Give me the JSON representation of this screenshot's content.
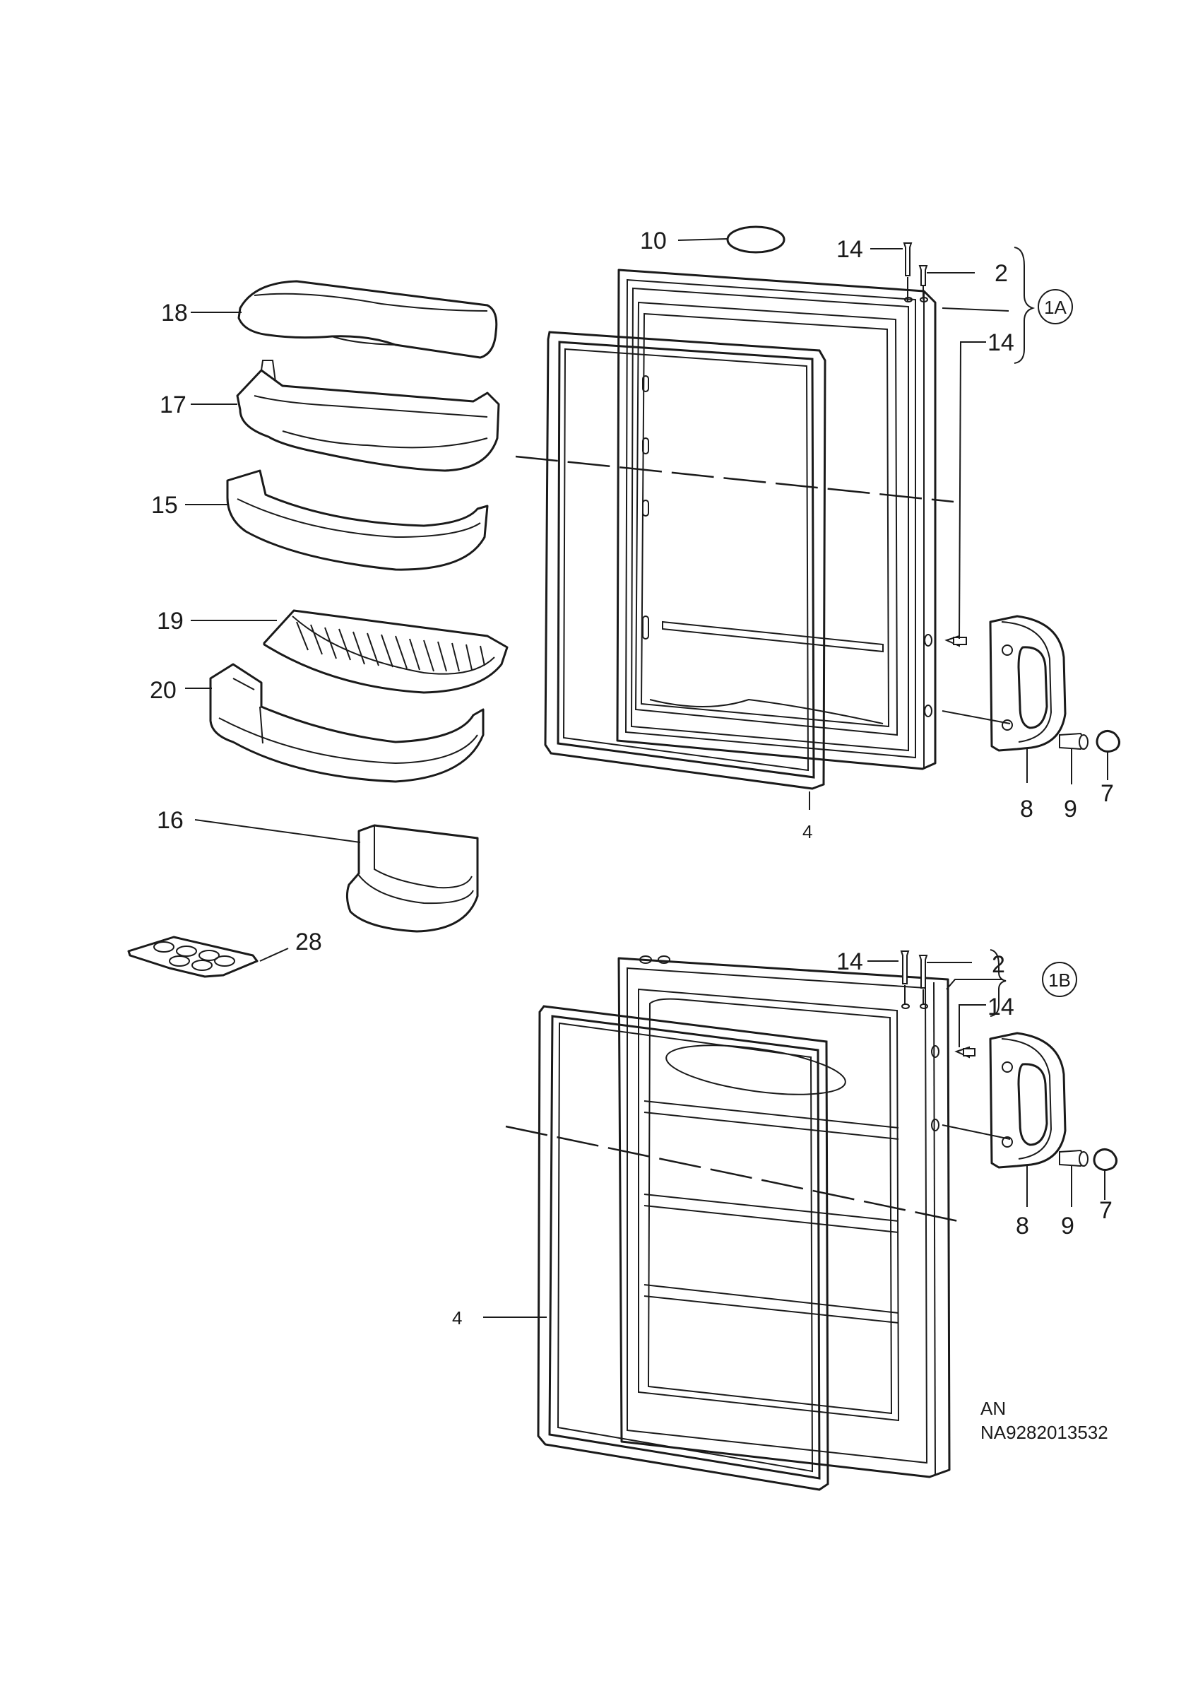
{
  "callouts": {
    "c10": "10",
    "c14_top_a": "14",
    "c2_a": "2",
    "c14_side_a": "14",
    "c18": "18",
    "c17": "17",
    "c15": "15",
    "c19": "19",
    "c20": "20",
    "c16": "16",
    "c28": "28",
    "c4_a": "4",
    "c8_a": "8",
    "c9_a": "9",
    "c7_a": "7",
    "c14_top_b": "14",
    "c2_b": "2",
    "c14_side_b": "14",
    "c4_b": "4",
    "c8_b": "8",
    "c9_b": "9",
    "c7_b": "7"
  },
  "groups": {
    "group_a": "1A",
    "group_b": "1B"
  },
  "footer": {
    "code_line1": "AN",
    "code_line2": "NA9282013532"
  }
}
